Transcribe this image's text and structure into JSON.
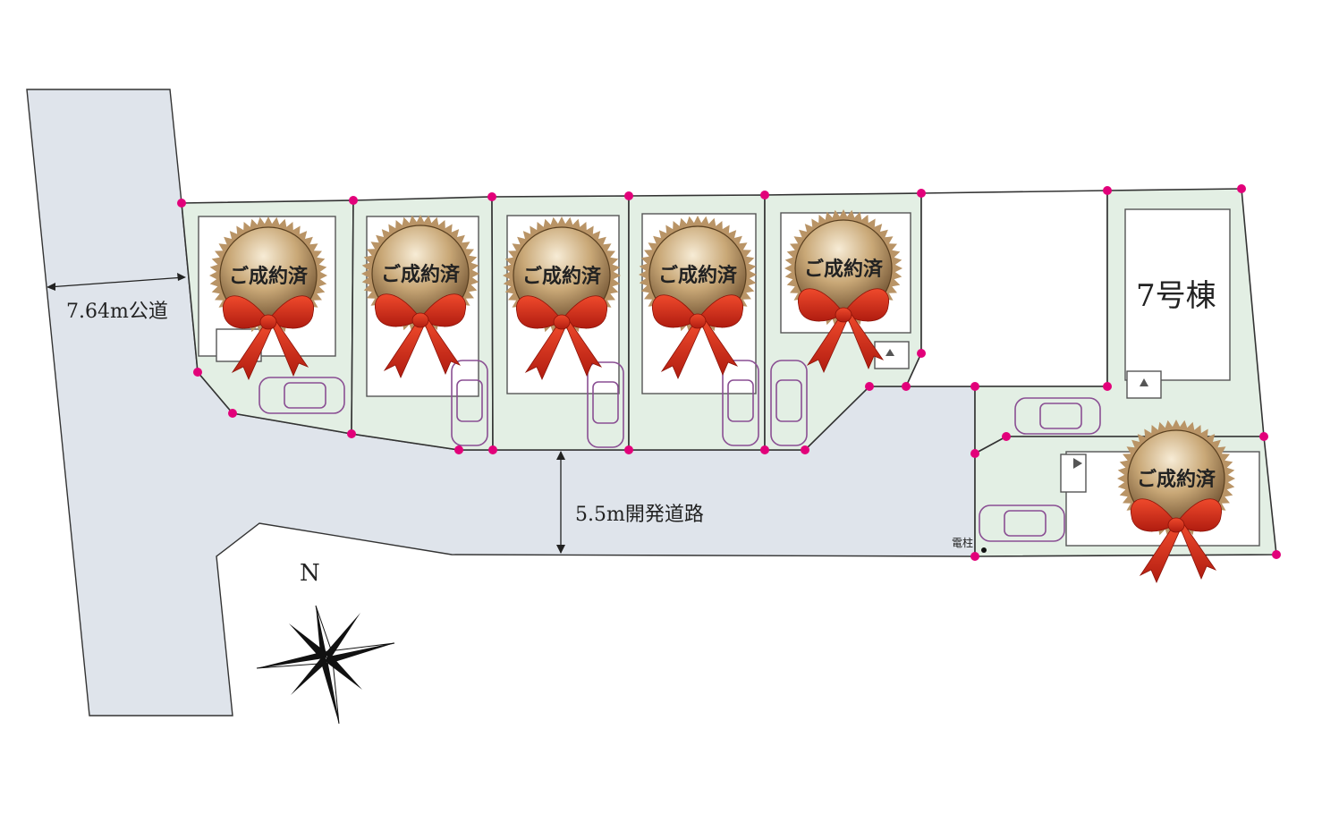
{
  "title": "区画図",
  "roads": {
    "public_road_label": "7.64m公道",
    "dev_road_label": "5.5m開発道路"
  },
  "lots": [
    {
      "id": "1",
      "status": "ご成約済"
    },
    {
      "id": "2",
      "status": "ご成約済"
    },
    {
      "id": "3",
      "status": "ご成約済"
    },
    {
      "id": "4",
      "status": "ご成約済"
    },
    {
      "id": "5",
      "status": "ご成約済"
    },
    {
      "id": "7",
      "name": "7号棟"
    },
    {
      "id": "8",
      "status": "ご成約済"
    }
  ],
  "utility_pole_label": "電柱",
  "compass": {
    "north_label": "N"
  },
  "colors": {
    "lot_fill": "#e3efe4",
    "road_fill": "#dfe4eb",
    "boundary_marker": "#e2007a",
    "car_outline": "#8a4f93",
    "badge_gold": "#b08a55",
    "ribbon_red": "#d8321e"
  }
}
